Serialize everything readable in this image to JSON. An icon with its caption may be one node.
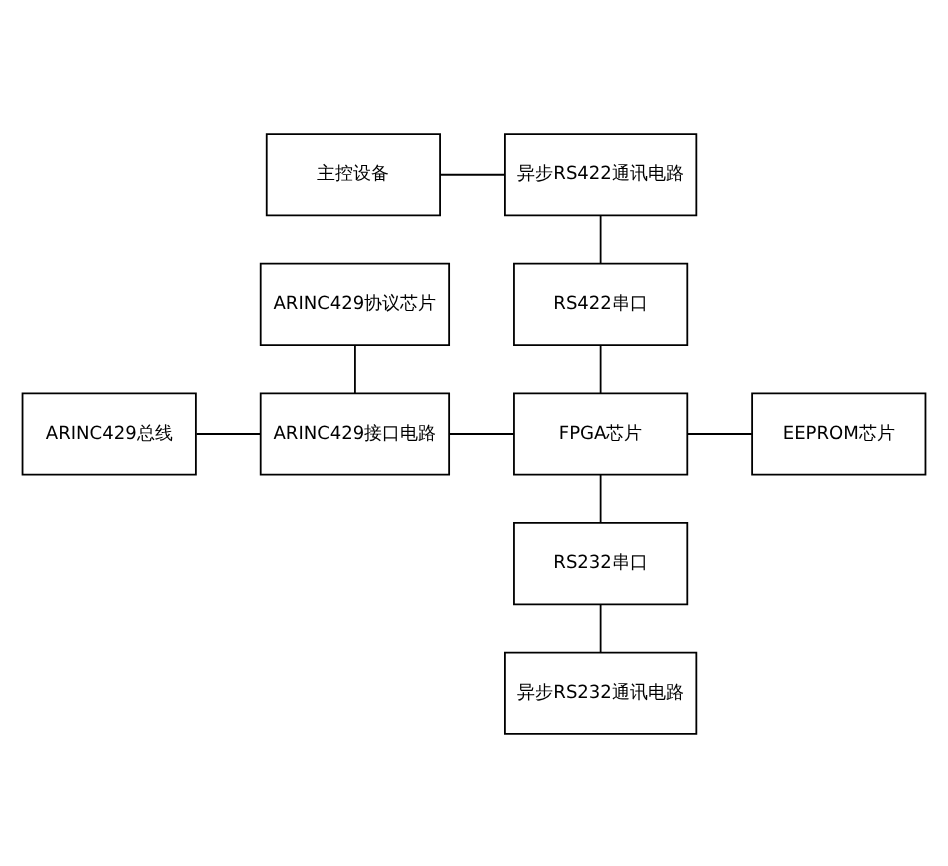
{
  "diagram": {
    "nodes": [
      {
        "text": [
          "主控设备"
        ]
      },
      {
        "text": [
          "异步RS422通讯电路"
        ]
      },
      {
        "text": [
          "ARINC429协议芯片"
        ]
      },
      {
        "text": [
          "RS422串口"
        ]
      },
      {
        "text": [
          "ARINC429总线"
        ]
      },
      {
        "text": [
          "ARINC429接口电路"
        ]
      },
      {
        "text": [
          "FPGA芯片"
        ]
      },
      {
        "text": [
          "EEPROM芯片"
        ]
      },
      {
        "text": [
          "RS232串口"
        ]
      },
      {
        "text": [
          "异步RS232通讯电路"
        ]
      }
    ],
    "edges": [
      {
        "from": 0,
        "to": 1,
        "arrow": "none"
      },
      {
        "from": 1,
        "to": 3,
        "arrow": "none"
      },
      {
        "from": 2,
        "to": 5,
        "arrow": "none"
      },
      {
        "from": 4,
        "to": 5,
        "arrow": "none"
      },
      {
        "from": 5,
        "to": 6,
        "arrow": "none"
      },
      {
        "from": 3,
        "to": 6,
        "arrow": "none"
      },
      {
        "from": 6,
        "to": 7,
        "arrow": "none"
      },
      {
        "from": 6,
        "to": 8,
        "arrow": "none"
      },
      {
        "from": 8,
        "to": 9,
        "arrow": "none"
      }
    ]
  }
}
